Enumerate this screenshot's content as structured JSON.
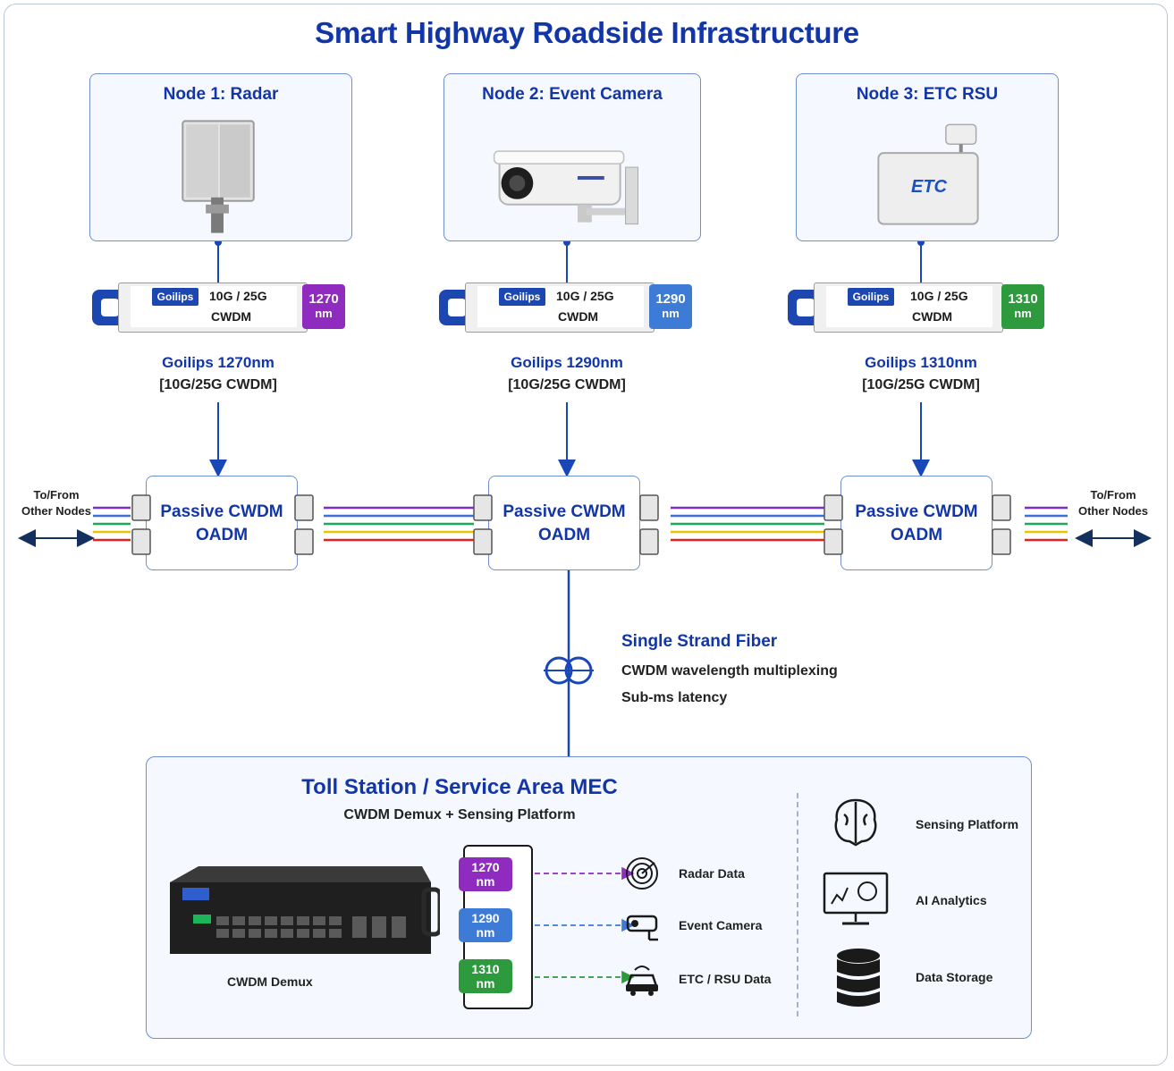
{
  "title": "Smart Highway Roadside Infrastructure",
  "nodes": [
    {
      "title": "Node 1: Radar",
      "brand": "Goilips",
      "spec1": "10G / 25G",
      "spec2": "CWDM",
      "wl1": "1270",
      "wl2": "nm",
      "caption": "Goilips 1270nm",
      "caption2": "[10G/25G CWDM]",
      "color": "#8f2bbf"
    },
    {
      "title": "Node 2: Event Camera",
      "brand": "Goilips",
      "spec1": "10G / 25G",
      "spec2": "CWDM",
      "wl1": "1290",
      "wl2": "nm",
      "caption": "Goilips 1290nm",
      "caption2": "[10G/25G CWDM]",
      "color": "#3e7bd6"
    },
    {
      "title": "Node 3: ETC RSU",
      "brand": "Goilips",
      "spec1": "10G / 25G",
      "spec2": "CWDM",
      "wl1": "1310",
      "wl2": "nm",
      "caption": "Goilips 1310nm",
      "caption2": "[10G/25G CWDM]",
      "color": "#2e9a3e",
      "device_text": "ETC"
    }
  ],
  "oadm": {
    "line1": "Passive CWDM",
    "line2": "OADM"
  },
  "side": {
    "line1": "To/From",
    "line2": "Other Nodes"
  },
  "fiber": {
    "title": "Single Strand Fiber",
    "line1": "CWDM wavelength multiplexing",
    "line2": "Sub-ms latency"
  },
  "mec": {
    "title": "Toll Station / Service Area MEC",
    "subtitle": "CWDM Demux + Sensing Platform",
    "demux_label": "CWDM Demux",
    "channels": [
      {
        "wl1": "1270",
        "wl2": "nm",
        "label": "Radar Data",
        "color": "#8f2bbf",
        "icon": "radar-icon"
      },
      {
        "wl1": "1290",
        "wl2": "nm",
        "label": "Event Camera",
        "color": "#3e7bd6",
        "icon": "camera-icon"
      },
      {
        "wl1": "1310",
        "wl2": "nm",
        "label": "ETC / RSU Data",
        "color": "#2e9a3e",
        "icon": "car-icon"
      }
    ],
    "platform": [
      {
        "label": "Sensing Platform",
        "icon": "brain-icon"
      },
      {
        "label": "AI Analytics",
        "icon": "analytics-monitor-icon"
      },
      {
        "label": "Data Storage",
        "icon": "database-icon"
      }
    ]
  },
  "fiber_colors": [
    "#7b2fc4",
    "#3f6fd8",
    "#1fa85a",
    "#e6c600",
    "#e62020"
  ]
}
